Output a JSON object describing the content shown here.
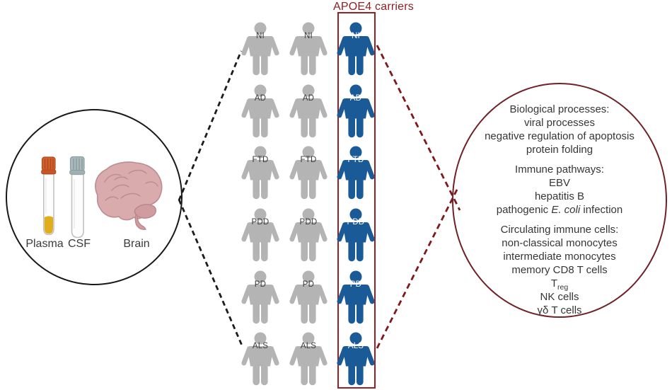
{
  "figure": {
    "apoe4_title": "APOE4 carriers",
    "samples": {
      "plasma_label": "Plasma",
      "csf_label": "CSF",
      "brain_label": "Brain"
    },
    "cohort": {
      "rows": [
        {
          "label": "NI"
        },
        {
          "label": "AD"
        },
        {
          "label": "FTD"
        },
        {
          "label": "PDD"
        },
        {
          "label": "PD"
        },
        {
          "label": "ALS"
        }
      ],
      "columns": [
        {
          "type": "non-carrier",
          "color": "#b4b4b4"
        },
        {
          "type": "non-carrier",
          "color": "#b4b4b4"
        },
        {
          "type": "APOE4-carrier",
          "color": "#1a5a96"
        }
      ]
    },
    "findings": {
      "sections": [
        {
          "title": "Biological processes:",
          "items": [
            "viral processes",
            "negative regulation of apoptosis",
            "protein folding"
          ]
        },
        {
          "title": "Immune pathways:",
          "items": [
            "EBV",
            "hepatitis B"
          ],
          "ecoli_line": {
            "prefix": "pathogenic ",
            "italic": "E. coli",
            "suffix": " infection"
          }
        },
        {
          "title": "Circulating immune cells:",
          "items": [
            "non-classical monocytes",
            "intermediate monocytes",
            "memory CD8 T cells"
          ],
          "treg": {
            "base": "T",
            "sub": "reg"
          },
          "items_after": [
            "NK cells",
            "γδ T cells"
          ]
        }
      ]
    },
    "colors": {
      "carrier_blue": "#1a5a96",
      "noncarrier_gray": "#b4b4b4",
      "apoe4_maroon": "#8c2022",
      "findings_border_maroon": "#6f2127",
      "connector_black": "#1c1c1c",
      "connector_maroon": "#7e191b",
      "plasma_cap_orange": "#d4602a",
      "plasma_fluid_yellow": "#e0ae1b",
      "csf_cap_gray": "#a9b9bc",
      "brain_pink": "#d9abad"
    }
  }
}
